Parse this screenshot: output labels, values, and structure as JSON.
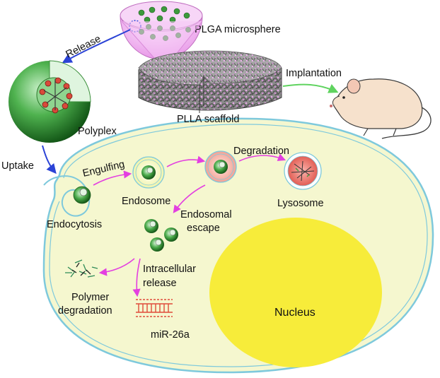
{
  "labels": {
    "plga": "PLGA microsphere",
    "release": "Release",
    "implantation": "Implantation",
    "polyplex": "Polyplex",
    "plla": "PLLA scaffold",
    "uptake": "Uptake",
    "engulfing": "Engulfing",
    "degradation": "Degradation",
    "endosome": "Endosome",
    "lysosome": "Lysosome",
    "endocytosis": "Endocytosis",
    "endosomal_1": "Endosomal",
    "endosomal_2": "escape",
    "intracellular_1": "Intracellular",
    "intracellular_2": "release",
    "polymer_1": "Polymer",
    "polymer_2": "degradation",
    "nucleus": "Nucleus",
    "mirna": "miR-26a"
  },
  "colors": {
    "cell_fill": "#f5f7cf",
    "cell_border": "#7ec9dc",
    "nucleus": "#f7ec3a",
    "magenta_arrow": "#e33fe0",
    "blue_arrow": "#2b43d6",
    "green_arrow": "#5fd35f",
    "polyplex_green": "#2f8a2f",
    "lysosome_red": "#e8736a",
    "mirna_red": "#e04a3a"
  }
}
